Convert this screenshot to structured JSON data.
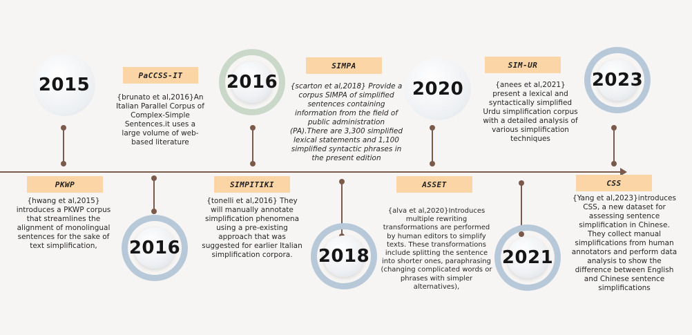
{
  "years": {
    "y2015": "2015",
    "y2016a": "2016",
    "y2016b": "2016",
    "y2018": "2018",
    "y2020": "2020",
    "y2021": "2021",
    "y2023": "2023"
  },
  "labels": {
    "pkwp": "PKWP",
    "paccss": "PaCCSS-IT",
    "simpitiki": "SIMPITIKI",
    "simpa": "SIMPA",
    "asset": "ASSET",
    "simur": "SIM-UR",
    "css": "CSS"
  },
  "descriptions": {
    "pkwp": "{hwang et al,2015} introduces a PKWP corpus that streamlines the alignment of monolingual sentences for the sake of text simplification,",
    "paccss": "{brunato et al,2016}An Italian Parallel Corpus of Complex-Simple Sentences.it uses a large volume of web-based literature",
    "simpitiki": "{tonelli et al,2016} They will manually annotate simplification phenomena using a pre-existing approach that was suggested for earlier Italian simplification corpora.",
    "simpa": "{scarton et al,2018} Provide a corpus SIMPA of simplified sentences containing information from the field of public administration (PA).There are 3,300 simplified lexical statements and 1,100 simplified syntactic phrases in the present edition",
    "asset": "{alva et al,2020}Introduces multiple rewriting transformations are performed by human editors to simplify texts. These transformations include splitting the sentence into shorter ones, paraphrasing (changing complicated words or phrases with simpler alternatives),",
    "simur": "{anees et al,2021} present a lexical and syntactically simplified Urdu simplification corpus with a detailed analysis of various simplification techniques",
    "css": "{Yang et al,2023}introduces CSS, a new dataset for assessing sentence simplification in Chinese. They collect manual simplifications from human annotators and perform data analysis to show the difference between English and Chinese sentence simplifications"
  }
}
